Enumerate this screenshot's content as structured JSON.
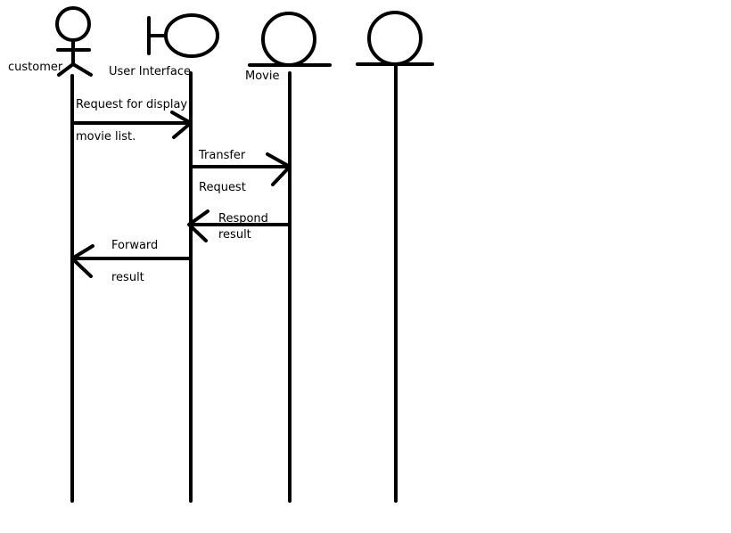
{
  "participants": {
    "customer": {
      "label": "customer",
      "shape": "actor-stick-figure"
    },
    "user_interface": {
      "label": "User Interface",
      "shape": "boundary"
    },
    "movie": {
      "label": "Movie",
      "shape": "entity"
    },
    "unnamed": {
      "label": "",
      "shape": "entity"
    }
  },
  "messages": [
    {
      "from": "customer",
      "to": "user_interface",
      "label_top": "Request for display",
      "label_bottom": "movie list."
    },
    {
      "from": "user_interface",
      "to": "movie",
      "label_top": "Transfer",
      "label_bottom": "Request"
    },
    {
      "from": "movie",
      "to": "user_interface",
      "label_top": "Respond",
      "label_bottom": "result"
    },
    {
      "from": "user_interface",
      "to": "customer",
      "label_top": "Forward",
      "label_bottom": "result"
    }
  ],
  "colors": {
    "line": "#000000",
    "background": "#ffffff"
  }
}
